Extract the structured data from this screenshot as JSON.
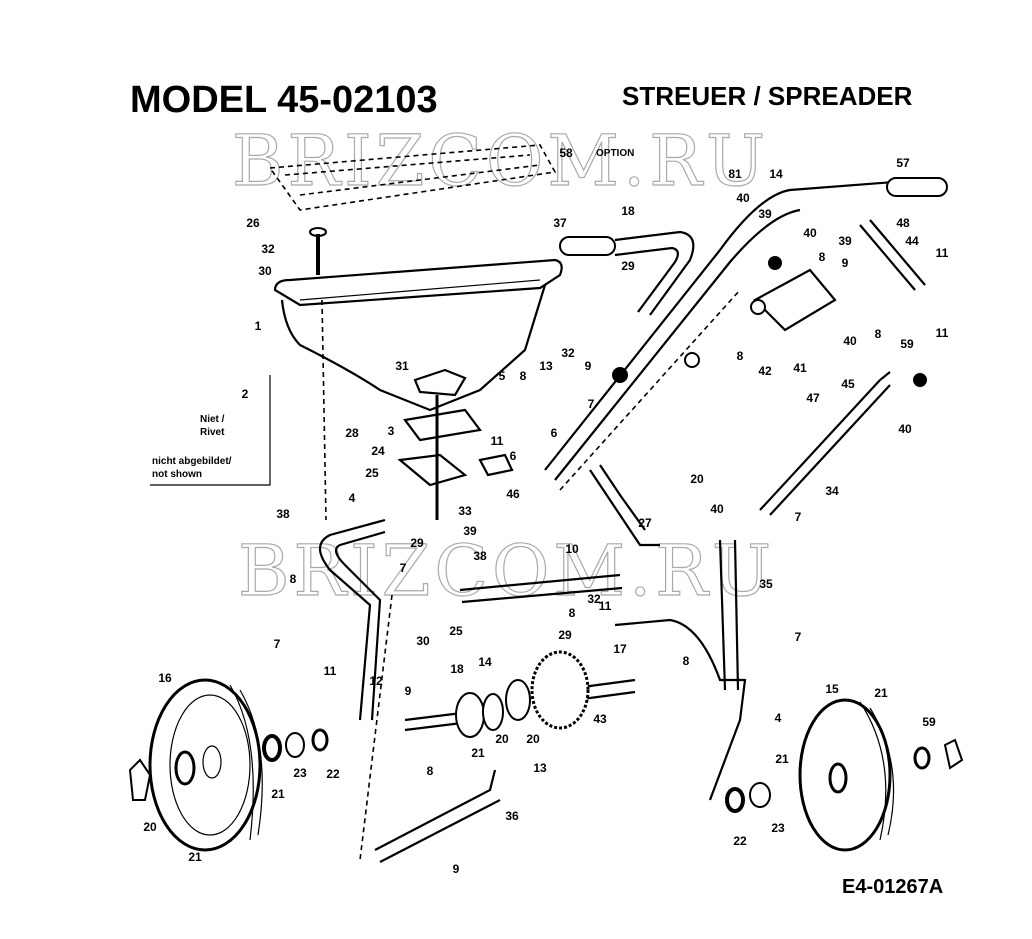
{
  "header": {
    "model": "MODEL 45-02103",
    "title": "STREUER / SPREADER"
  },
  "watermark": "BRIZCOM.RU",
  "option_label": "OPTION",
  "legend": {
    "number": "2",
    "line1": "Niet /",
    "line2": "Rivet",
    "line3": "nicht abgebildet/",
    "line4": "not shown"
  },
  "drawing_number": "E4-01267A",
  "callouts": [
    "58",
    "26",
    "32",
    "30",
    "1",
    "37",
    "18",
    "29",
    "31",
    "5",
    "8",
    "13",
    "32",
    "9",
    "7",
    "28",
    "3",
    "11",
    "6",
    "6",
    "24",
    "25",
    "46",
    "81",
    "40",
    "39",
    "14",
    "57",
    "40",
    "39",
    "8",
    "9",
    "48",
    "44",
    "11",
    "11",
    "59",
    "40",
    "8",
    "8",
    "42",
    "41",
    "47",
    "45",
    "40",
    "34",
    "20",
    "4",
    "38",
    "33",
    "39",
    "29",
    "27",
    "40",
    "7",
    "38",
    "10",
    "35",
    "7",
    "8",
    "7",
    "32",
    "11",
    "8",
    "29",
    "25",
    "30",
    "17",
    "7",
    "8",
    "4",
    "16",
    "15",
    "21",
    "59",
    "11",
    "12",
    "9",
    "18",
    "14",
    "43",
    "21",
    "20",
    "20",
    "22",
    "23",
    "21",
    "8",
    "13",
    "36",
    "20",
    "21",
    "9",
    "21",
    "22",
    "23"
  ]
}
